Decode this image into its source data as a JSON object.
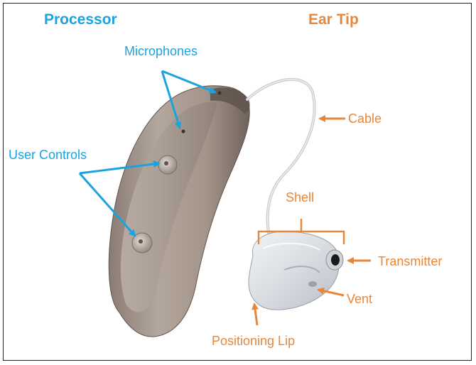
{
  "headings": {
    "processor": "Processor",
    "ear_tip": "Ear Tip"
  },
  "labels": {
    "microphones": "Microphones",
    "user_controls": "User Controls",
    "cable": "Cable",
    "shell": "Shell",
    "transmitter": "Transmitter",
    "vent": "Vent",
    "positioning_lip": "Positioning Lip"
  },
  "colors": {
    "processor_accent": "#1aa3e0",
    "ear_tip_accent": "#e8873a",
    "device_body": "#a8998f",
    "device_shadow": "#7d6f66",
    "device_highlight": "#cfc5bd"
  }
}
